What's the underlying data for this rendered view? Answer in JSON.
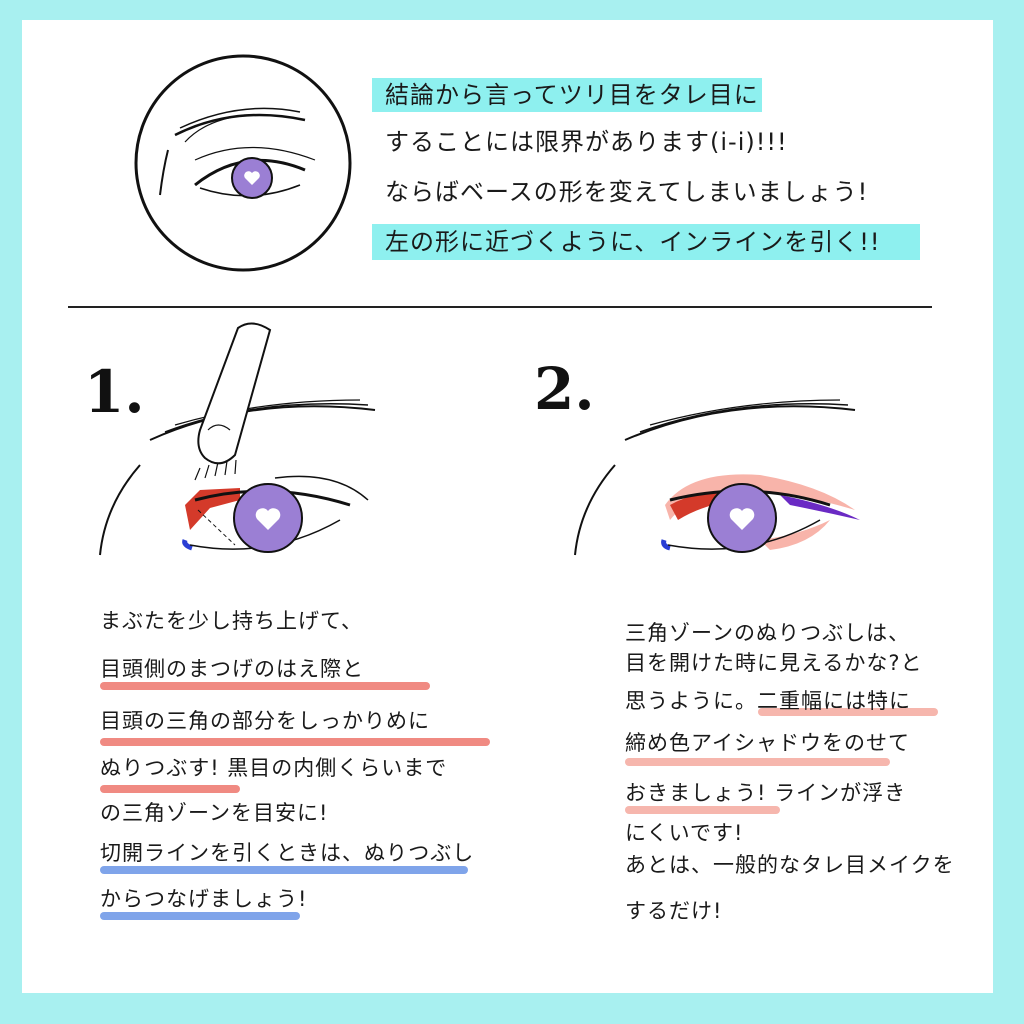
{
  "intro": {
    "lines": [
      "結論から言ってツリ目をタレ目に",
      "することには限界があります(i-i)!!!",
      "ならばベースの形を変えてしまいましょう!",
      "左の形に近づくように、インラインを引く!!"
    ]
  },
  "step1": {
    "number": "1.",
    "lines": [
      "まぶたを少し持ち上げて、",
      "目頭側のまつげのはえ際と",
      "目頭の三角の部分をしっかりめに",
      "ぬりつぶす! 黒目の内側くらいまで",
      "の三角ゾーンを目安に!",
      "切開ラインを引くときは、ぬりつぶし",
      "からつなげましょう!"
    ]
  },
  "step2": {
    "number": "2.",
    "lines": [
      "三角ゾーンのぬりつぶしは、",
      "目を開けた時に見えるかな?と",
      "思うように。二重幅には特に",
      "締め色アイシャドウをのせて",
      "おきましょう! ラインが浮き",
      "にくいです!",
      "あとは、一般的なタレ目メイクを",
      "するだけ!"
    ]
  },
  "colors": {
    "frame": "#a8f0f0",
    "highlight_cyan": "#8ef0ef",
    "iris_purple": "#9b7fd4",
    "liner_red": "#d43a2a",
    "liner_blue": "#2a3ed4",
    "shadow_pink": "#f4a096",
    "underline_red": "#f08a82",
    "underline_blue": "#7fa4ea"
  }
}
